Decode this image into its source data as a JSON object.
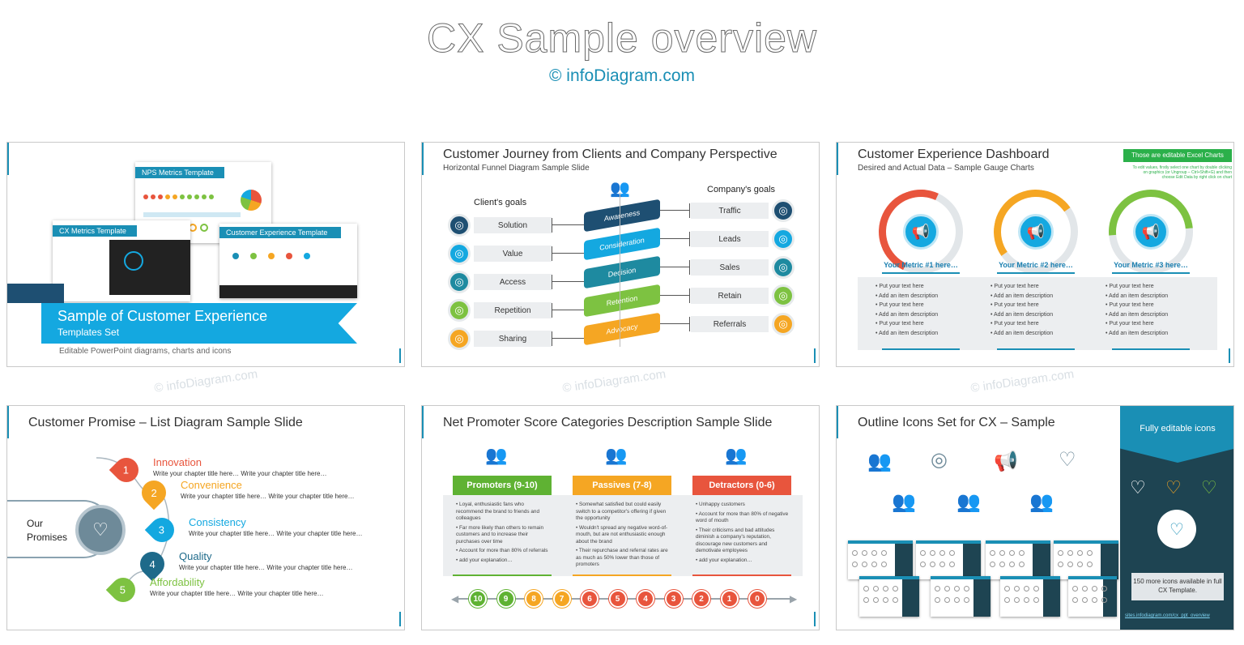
{
  "header": {
    "title": "CX Sample overview",
    "copyright": "© infoDiagram.com"
  },
  "watermark": "© infoDiagram.com",
  "slide1": {
    "nps_title": "NPS Metrics Template",
    "cx_title": "CX Metrics Template",
    "ce_title": "Customer Experience Template",
    "banner_title": "Sample of Customer Experience",
    "banner_sub": "Templates Set",
    "caption": "Editable PowerPoint diagrams, charts and icons"
  },
  "slide2": {
    "title": "Customer Journey from Clients and Company Perspective",
    "subtitle": "Horizontal Funnel Diagram Sample Slide",
    "clients_label": "Client's goals",
    "company_label": "Company's goals",
    "client_goals": [
      "Solution",
      "Value",
      "Access",
      "Repetition",
      "Sharing"
    ],
    "stages": [
      "Awareness",
      "Consideration",
      "Decision",
      "Retention",
      "Advocacy"
    ],
    "company_goals": [
      "Traffic",
      "Leads",
      "Sales",
      "Retain",
      "Referrals"
    ],
    "colors": [
      "#1e4f72",
      "#14a8e0",
      "#1e8aa0",
      "#7dc241",
      "#f5a623"
    ]
  },
  "slide3": {
    "title": "Customer Experience Dashboard",
    "subtitle": "Desired and Actual Data – Sample Gauge Charts",
    "badge": "Those are editable Excel Charts",
    "note": "To edit values, firstly select one chart by double clicking on graphics (or Ungroup – Ctrl+Shift+G) and then choose Edit Data by right click on chart",
    "metrics": [
      {
        "label": "Your Metric #1 here…",
        "color": "#e8553d"
      },
      {
        "label": "Your Metric #2 here…",
        "color": "#f5a623"
      },
      {
        "label": "Your Metric #3 here…",
        "color": "#7dc241"
      }
    ],
    "bullets": [
      "Put your text here",
      "Add an item description",
      "Put your text here",
      "Add an item description",
      "Put your text here",
      "Add an item description"
    ]
  },
  "slide4": {
    "title": "Customer Promise – List Diagram Sample Slide",
    "promises_label_1": "Our",
    "promises_label_2": "Promises",
    "items": [
      {
        "n": "1",
        "title": "Innovation",
        "color": "#e8553d"
      },
      {
        "n": "2",
        "title": "Convenience",
        "color": "#f5a623"
      },
      {
        "n": "3",
        "title": "Consistency",
        "color": "#14a8e0"
      },
      {
        "n": "4",
        "title": "Quality",
        "color": "#1e6a8a"
      },
      {
        "n": "5",
        "title": "Affordability",
        "color": "#7dc241"
      }
    ],
    "desc": "Write your chapter title here… Write your chapter title here…"
  },
  "slide5": {
    "title": "Net Promoter Score Categories Description Sample Slide",
    "cats": [
      {
        "label": "Promoters (9-10)",
        "color": "#5fb233",
        "bullets": [
          "Loyal, enthusiastic fans who recommend the brand to friends and colleagues",
          "Far more likely than others to remain customers and to increase their purchases over time",
          "Account for more than 80% of referrals",
          "add your explanation…"
        ]
      },
      {
        "label": "Passives (7-8)",
        "color": "#f5a623",
        "bullets": [
          "Somewhat satisfied but could easily switch to a competitor's offering if given the opportunity",
          "Wouldn't spread any negative word-of-mouth, but are not enthusiastic enough about the brand",
          "Their repurchase and referral rates are as much as 50% lower than those of promoters"
        ]
      },
      {
        "label": "Detractors (0-6)",
        "color": "#e8553d",
        "bullets": [
          "Unhappy customers",
          "Account for more than 80% of negative word of mouth",
          "Their criticisms and bad attitudes diminish a company's reputation, discourage new customers and demotivate employees",
          "add your explanation…"
        ]
      }
    ],
    "scale": [
      {
        "n": "10",
        "c": "#5fb233"
      },
      {
        "n": "9",
        "c": "#5fb233"
      },
      {
        "n": "8",
        "c": "#f5a623"
      },
      {
        "n": "7",
        "c": "#f5a623"
      },
      {
        "n": "6",
        "c": "#e8553d"
      },
      {
        "n": "5",
        "c": "#e8553d"
      },
      {
        "n": "4",
        "c": "#e8553d"
      },
      {
        "n": "3",
        "c": "#e8553d"
      },
      {
        "n": "2",
        "c": "#e8553d"
      },
      {
        "n": "1",
        "c": "#e8553d"
      },
      {
        "n": "0",
        "c": "#e8553d"
      }
    ]
  },
  "slide6": {
    "title": "Outline Icons Set for CX – Sample",
    "panel_title": "Fully editable icons",
    "panel_note": "150 more icons available in full CX Template.",
    "link": "sites.infodiagram.com/cx_ppt_overview"
  }
}
